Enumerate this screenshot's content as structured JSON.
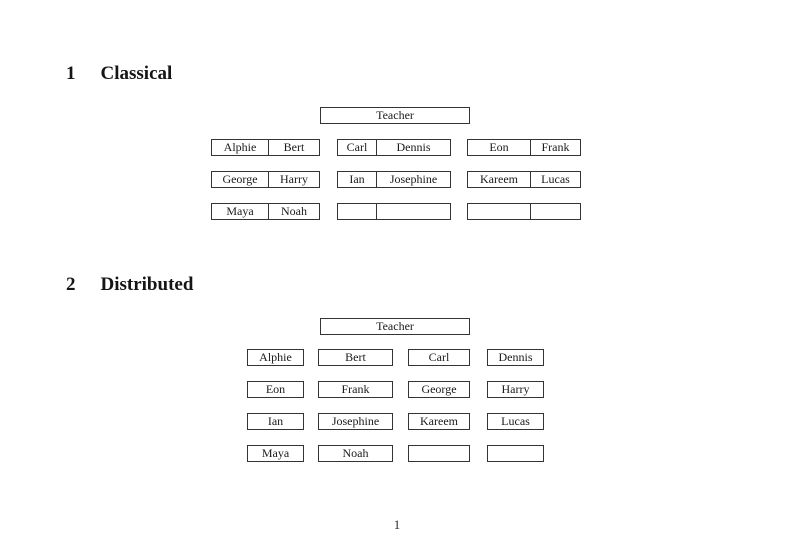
{
  "document": {
    "page_number": "1",
    "ink_color": "#1a1a1a",
    "border_color": "#343434",
    "background_color": "#ffffff"
  },
  "section1": {
    "number": "1",
    "title": "Classical",
    "teacher": "Teacher",
    "layout": "3 columns of two-seat desks, 3 rows",
    "rows": [
      {
        "desks": [
          {
            "seats": [
              "Alphie",
              "Bert"
            ]
          },
          {
            "seats": [
              "Carl",
              "Dennis"
            ]
          },
          {
            "seats": [
              "Eon",
              "Frank"
            ]
          }
        ]
      },
      {
        "desks": [
          {
            "seats": [
              "George",
              "Harry"
            ]
          },
          {
            "seats": [
              "Ian",
              "Josephine"
            ]
          },
          {
            "seats": [
              "Kareem",
              "Lucas"
            ]
          }
        ]
      },
      {
        "desks": [
          {
            "seats": [
              "Maya",
              "Noah"
            ]
          },
          {
            "seats": [
              "",
              ""
            ]
          },
          {
            "seats": [
              "",
              ""
            ]
          }
        ]
      }
    ]
  },
  "section2": {
    "number": "2",
    "title": "Distributed",
    "teacher": "Teacher",
    "layout": "4 columns of single-seat desks, 4 rows",
    "rows": [
      {
        "seats": [
          "Alphie",
          "Bert",
          "Carl",
          "Dennis"
        ]
      },
      {
        "seats": [
          "Eon",
          "Frank",
          "George",
          "Harry"
        ]
      },
      {
        "seats": [
          "Ian",
          "Josephine",
          "Kareem",
          "Lucas"
        ]
      },
      {
        "seats": [
          "Maya",
          "Noah",
          "",
          ""
        ]
      }
    ]
  }
}
